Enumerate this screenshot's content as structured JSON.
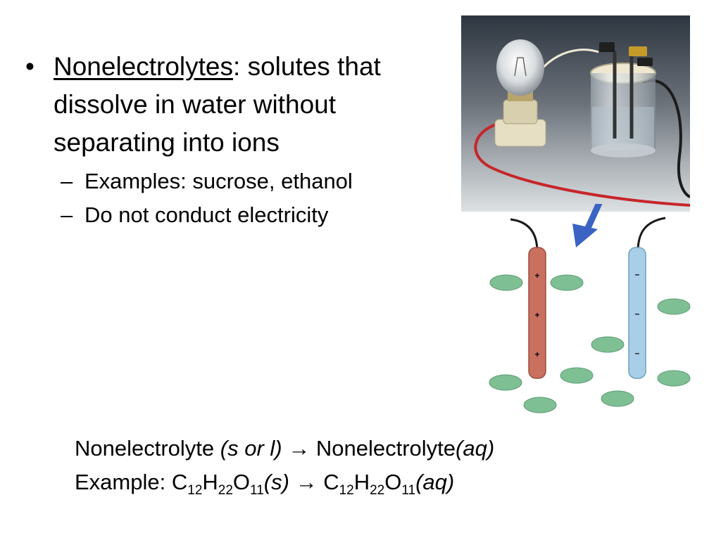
{
  "bullets": {
    "main": {
      "marker": "•",
      "term": "Nonelectrolytes",
      "text": ": solutes that dissolve in water without separating into ions"
    },
    "sub": [
      {
        "marker": "–",
        "text": "Examples: sucrose, ethanol"
      },
      {
        "marker": "–",
        "text": "Do not conduct electricity"
      }
    ]
  },
  "equations": {
    "general": {
      "left": "Nonelectrolyte",
      "left_state": "(s or l)",
      "arrow": "→",
      "right": "Nonelectrolyte",
      "right_state": "(aq)"
    },
    "example": {
      "label": "Example:",
      "formula": {
        "c": "C",
        "c_sub": "12",
        "h": "H",
        "h_sub": "22",
        "o": "O",
        "o_sub": "11"
      },
      "left_state": "(s)",
      "arrow": "→",
      "right_state": "(aq)"
    }
  },
  "diagram": {
    "positive_sign": "+",
    "negative_sign": "–",
    "electrode_colors": {
      "positive": "#c9705f",
      "negative": "#a9cfe8"
    },
    "molecule_color": "#7fbf94",
    "arrow_color": "#3a63c4"
  },
  "photo": {
    "subject": "light bulb conductivity apparatus with electrodes in a beaker of water"
  }
}
